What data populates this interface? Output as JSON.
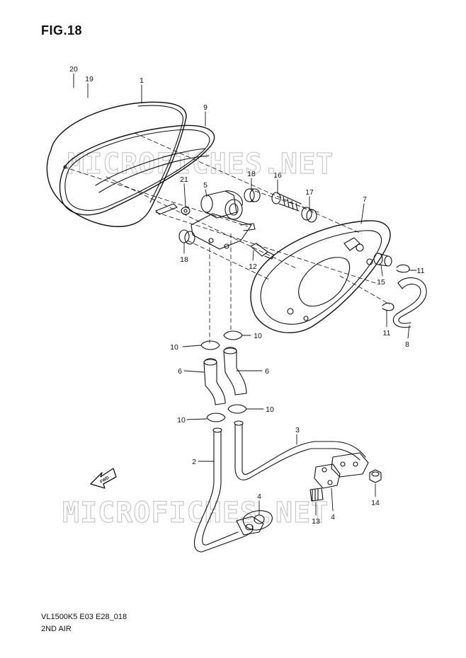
{
  "figure": {
    "title": "FIG.18",
    "code": "VL1500K5 E03 E28_018",
    "name": "2ND AIR"
  },
  "watermarks": [
    "MICROFICHES.NET",
    "MICROFICHES.NET"
  ],
  "direction_arrow": {
    "label": "FWD",
    "icon": "forward-arrow-icon"
  },
  "callouts": [
    {
      "id": "c20",
      "number": "20"
    },
    {
      "id": "c19",
      "number": "19"
    },
    {
      "id": "c1",
      "number": "1"
    },
    {
      "id": "c9",
      "number": "9"
    },
    {
      "id": "c18a",
      "number": "18"
    },
    {
      "id": "c16",
      "number": "16"
    },
    {
      "id": "c17",
      "number": "17"
    },
    {
      "id": "c21",
      "number": "21"
    },
    {
      "id": "c5",
      "number": "5"
    },
    {
      "id": "c7",
      "number": "7"
    },
    {
      "id": "c18b",
      "number": "18"
    },
    {
      "id": "c12",
      "number": "12"
    },
    {
      "id": "c15",
      "number": "15"
    },
    {
      "id": "c11a",
      "number": "11"
    },
    {
      "id": "c11b",
      "number": "11"
    },
    {
      "id": "c8",
      "number": "8"
    },
    {
      "id": "c10a",
      "number": "10"
    },
    {
      "id": "c10b",
      "number": "10"
    },
    {
      "id": "c6a",
      "number": "6"
    },
    {
      "id": "c6b",
      "number": "6"
    },
    {
      "id": "c10c",
      "number": "10"
    },
    {
      "id": "c10d",
      "number": "10"
    },
    {
      "id": "c3",
      "number": "3"
    },
    {
      "id": "c2",
      "number": "2"
    },
    {
      "id": "c4a",
      "number": "4"
    },
    {
      "id": "c4b",
      "number": "4"
    },
    {
      "id": "c14",
      "number": "14"
    },
    {
      "id": "c13",
      "number": "13"
    }
  ]
}
